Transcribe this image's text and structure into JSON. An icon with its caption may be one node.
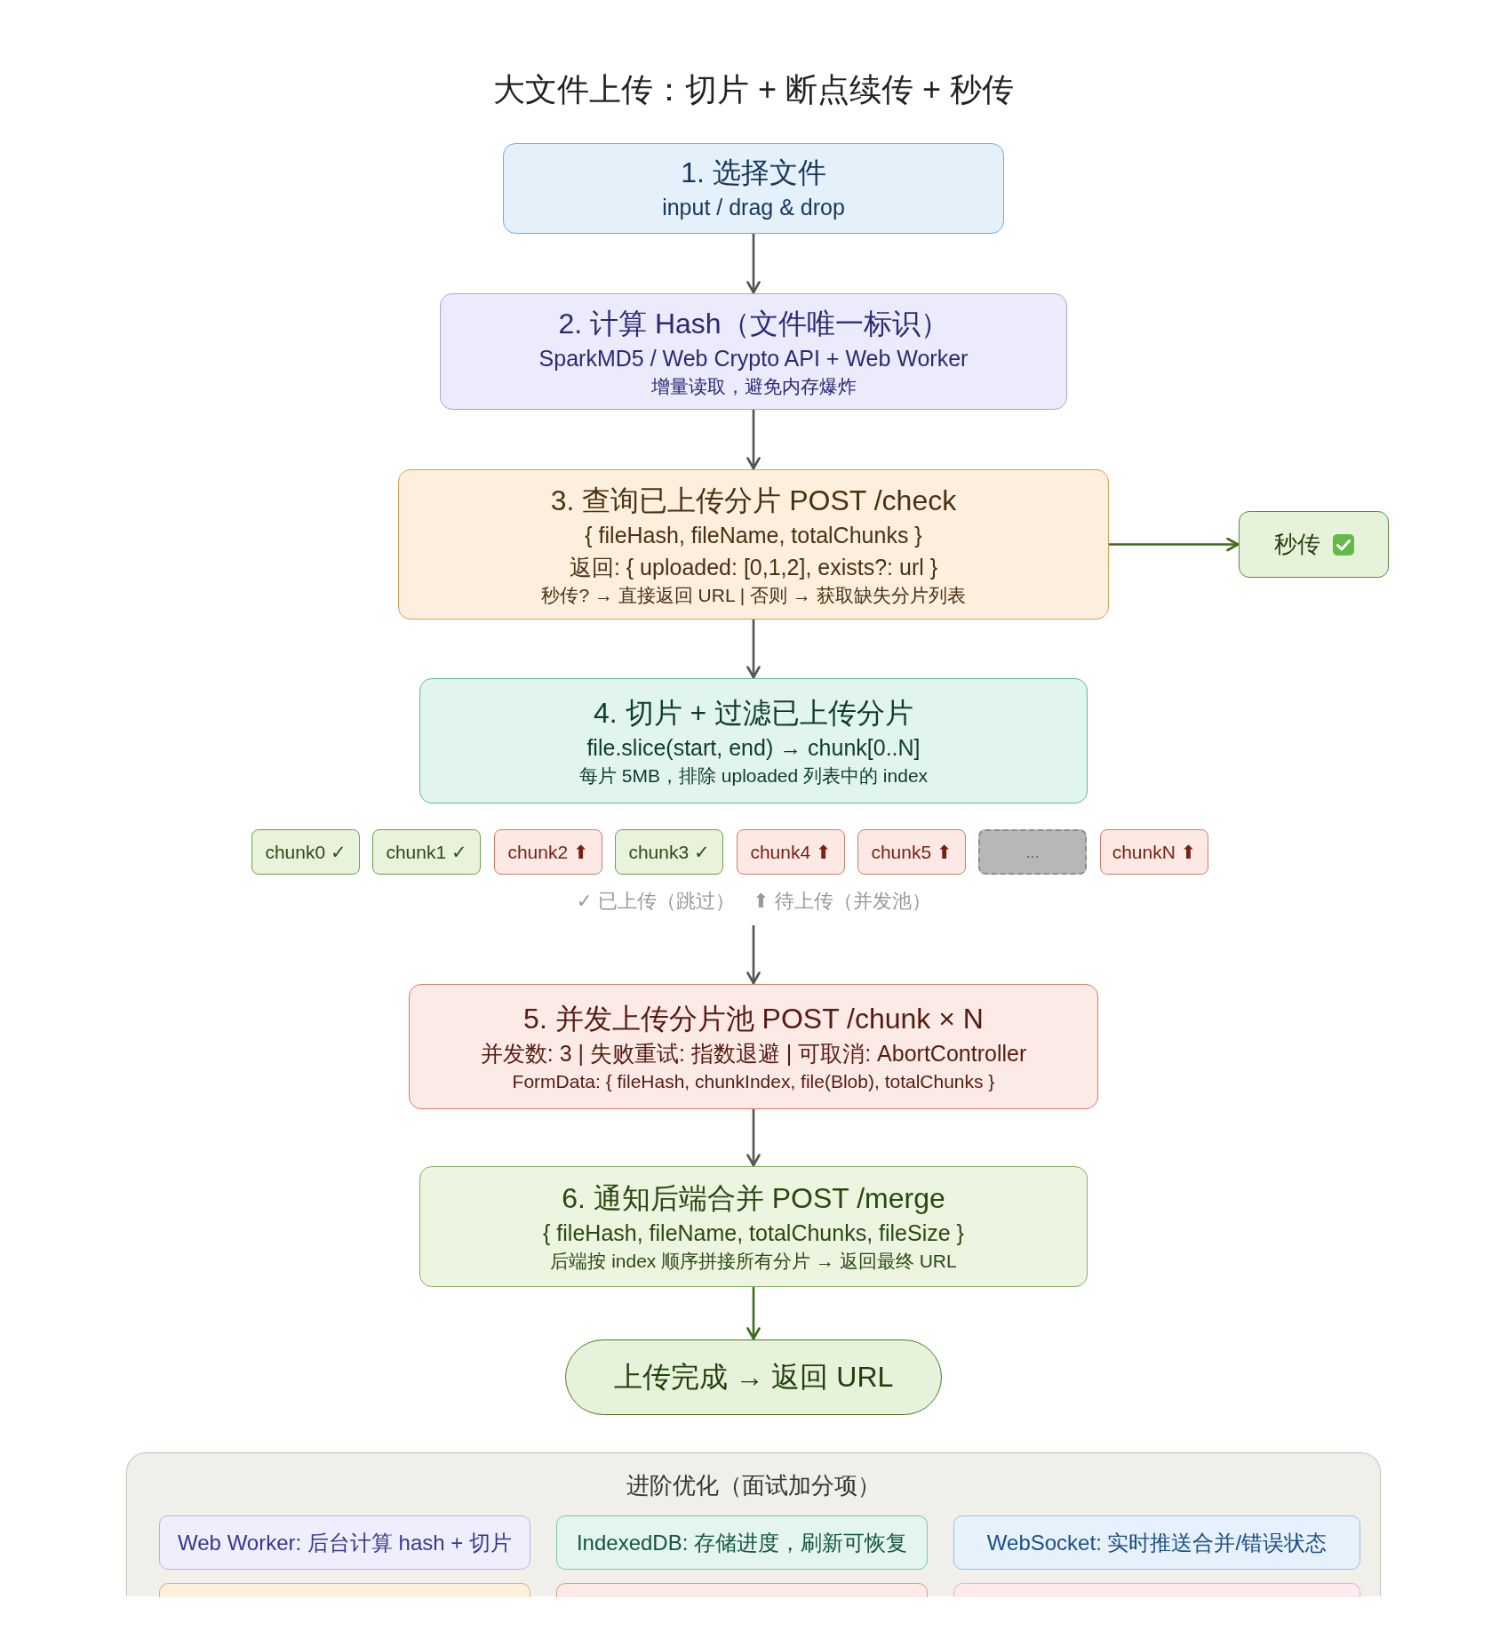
{
  "diagram": {
    "title": "大文件上传：切片 + 断点续传 + 秒传",
    "nodes": [
      {
        "text": [
          "1. 选择文件",
          "input / drag & drop"
        ]
      },
      {
        "text": [
          "2. 计算 Hash（文件唯一标识）",
          "SparkMD5 / Web Crypto API + Web Worker",
          "增量读取，避免内存爆炸"
        ]
      },
      {
        "text": [
          "3. 查询已上传分片 POST /check",
          "{ fileHash, fileName, totalChunks }",
          "返回: { uploaded: [0,1,2], exists?: url }",
          "秒传? → 直接返回 URL | 否则 → 获取缺失分片列表"
        ]
      },
      {
        "text": [
          "秒传"
        ]
      },
      {
        "text": [
          "4. 切片 + 过滤已上传分片",
          "file.slice(start, end) → chunk[0..N]",
          "每片 5MB，排除 uploaded 列表中的 index"
        ]
      },
      {
        "text": [
          "chunk0 ✓"
        ]
      },
      {
        "text": [
          "chunk1 ✓"
        ]
      },
      {
        "text": [
          "chunk2 ⬆"
        ]
      },
      {
        "text": [
          "chunk3 ✓"
        ]
      },
      {
        "text": [
          "chunk4 ⬆"
        ]
      },
      {
        "text": [
          "chunk5 ⬆"
        ]
      },
      {
        "text": [
          "..."
        ]
      },
      {
        "text": [
          "chunkN ⬆"
        ]
      },
      {
        "text": [
          "5. 并发上传分片池 POST /chunk × N",
          "并发数: 3 | 失败重试: 指数退避 | 可取消: AbortController",
          "FormData: { fileHash, chunkIndex, file(Blob), totalChunks }"
        ]
      },
      {
        "text": [
          "6. 通知后端合并 POST /merge",
          "{ fileHash, fileName, totalChunks, fileSize }",
          "后端按 index 顺序拼接所有分片 → 返回最终 URL"
        ]
      },
      {
        "text": [
          "上传完成 → 返回 URL"
        ]
      },
      {
        "text": [
          "进阶优化（面试加分项）"
        ]
      },
      {
        "text": [
          "Web Worker: 后台计算 hash + 切片"
        ],
        "in": 16
      },
      {
        "text": [
          "IndexedDB: 存储进度，刷新可恢复"
        ],
        "in": 16
      },
      {
        "text": [
          "WebSocket: 实时推送合并/错误状态"
        ],
        "in": 16
      },
      {
        "text": [],
        "shape": "box",
        "in": 16
      },
      {
        "text": [],
        "shape": "box",
        "in": 16
      },
      {
        "text": [],
        "shape": "box",
        "in": 16
      }
    ],
    "edges": [
      {
        "from": 0,
        "to": 1,
        "arrow": "to"
      },
      {
        "from": 1,
        "to": 2,
        "arrow": "to"
      },
      {
        "from": 2,
        "to": 3,
        "arrow": "to",
        "color": "#3e6b1a"
      },
      {
        "from": 2,
        "to": 4,
        "arrow": "to"
      },
      {
        "from": null,
        "to": 13,
        "arrow": "to"
      },
      {
        "from": 13,
        "to": 14,
        "arrow": "to"
      },
      {
        "from": 14,
        "to": 15,
        "arrow": "to",
        "color": "#3e6b1a"
      }
    ],
    "legend": [
      {
        "text": "✓ 已上传（跳过）"
      },
      {
        "text": "⬆ 待上传（并发池）"
      }
    ]
  }
}
